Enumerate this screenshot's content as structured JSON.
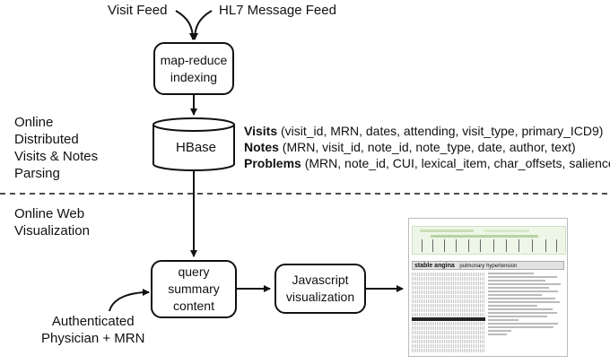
{
  "inputs": {
    "visit_feed": "Visit Feed",
    "hl7_feed": "HL7 Message Feed",
    "physician": [
      "Authenticated",
      "Physician + MRN"
    ]
  },
  "boxes": {
    "map_reduce": [
      "map-reduce",
      "indexing"
    ],
    "hbase": "HBase",
    "query": [
      "query",
      "summary",
      "content"
    ],
    "javascript": [
      "Javascript",
      "visualization"
    ]
  },
  "sections": {
    "online_parsing": [
      "Online",
      "Distributed",
      "Visits & Notes",
      "Parsing"
    ],
    "online_web": [
      "Online Web",
      "Visualization"
    ]
  },
  "schema": [
    {
      "name": "Visits",
      "fields": " (visit_id, MRN, dates, attending, visit_type, primary_ICD9)"
    },
    {
      "name": "Notes",
      "fields": " (MRN, visit_id, note_id, note_type, date, author, text)"
    },
    {
      "name": "Problems",
      "fields": " (MRN, note_id, CUI, lexical_item, char_offsets, salience)"
    }
  ],
  "screenshot": {
    "search_term": "stable angina",
    "search_rest": "pulmonary hypertension"
  }
}
